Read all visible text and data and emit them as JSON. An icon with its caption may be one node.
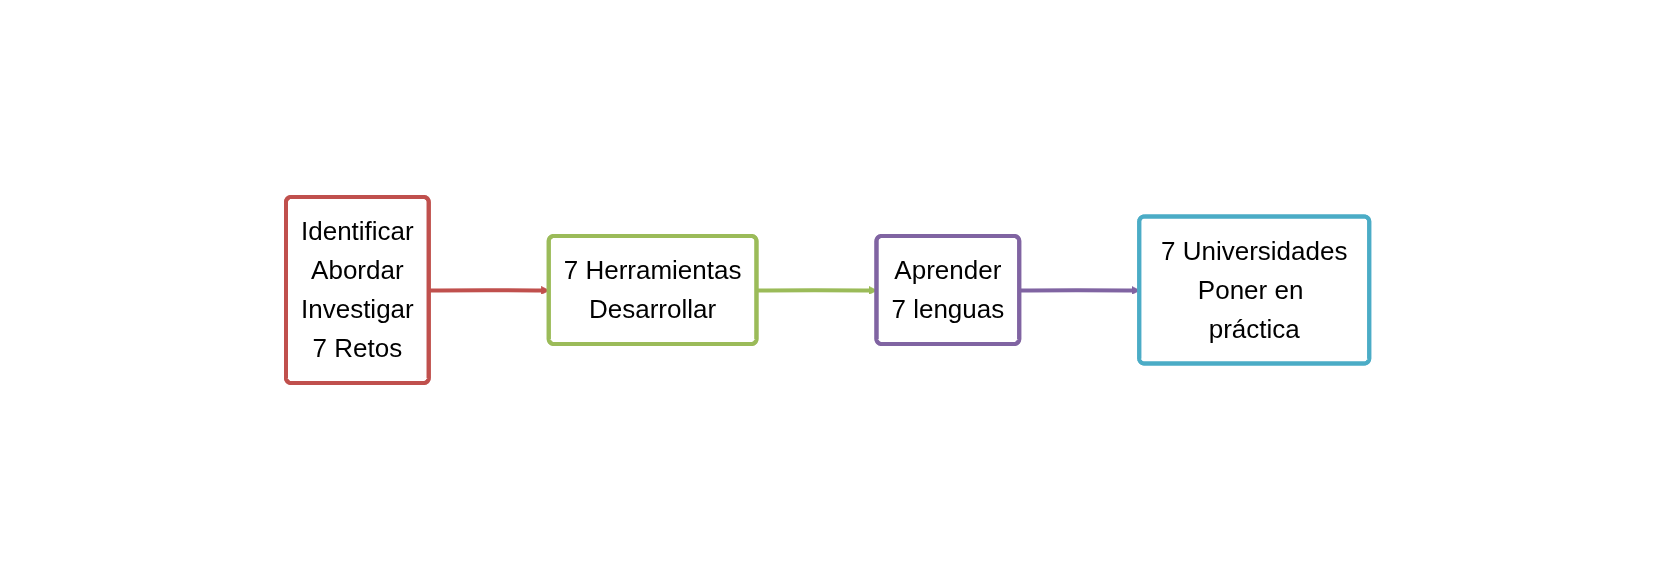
{
  "diagram": {
    "nodes": [
      {
        "text": [
          "Identificar",
          "Abordar",
          "Investigar",
          "7 Retos"
        ]
      },
      {
        "text": [
          "7 Herramientas",
          "Desarrollar"
        ]
      },
      {
        "text": [
          "Aprender",
          "7 lenguas"
        ]
      },
      {
        "text": [
          "7 Universidades",
          "Poner en práctica"
        ]
      }
    ],
    "edges": [
      {
        "from": 0,
        "to": 1,
        "arrow": "to",
        "color": "#c0504d"
      },
      {
        "from": 1,
        "to": 2,
        "arrow": "to",
        "color": "#9bbb59"
      },
      {
        "from": 2,
        "to": 3,
        "arrow": "to",
        "color": "#8064a2"
      }
    ]
  }
}
